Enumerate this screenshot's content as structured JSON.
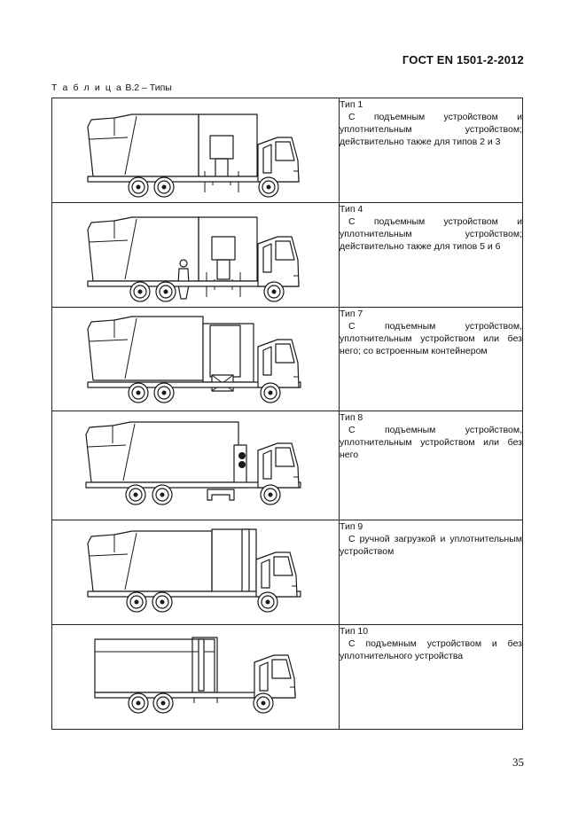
{
  "doc_header": "ГОСТ EN 1501-2-2012",
  "table_caption": {
    "prefix": "Т а б л и ц а",
    "number": "B.2",
    "separator": "–",
    "title": "Типы"
  },
  "rows": [
    {
      "type": "Тип 1",
      "text": "С подъемным устройством и уплотнительным устройством; действительно также для типов 2 и 3",
      "drawing": "truck-type-1-icon"
    },
    {
      "type": "Тип 4",
      "text": "С подъемным устройством и уплотнительным устройством; действительно также для типов 5 и 6",
      "drawing": "truck-type-4-icon"
    },
    {
      "type": "Тип 7",
      "text": "С подъемным устройством, уплотнительным устройством или без него; со встроенным контейнером",
      "drawing": "truck-type-7-icon"
    },
    {
      "type": "Тип 8",
      "text": "С подъемным устройством, уплотнительным устройством или без него",
      "drawing": "truck-type-8-icon"
    },
    {
      "type": "Тип 9",
      "text": "С ручной загрузкой и уплотнительным устройством",
      "drawing": "truck-type-9-icon"
    },
    {
      "type": "Тип 10",
      "text": "С подъемным устройством и без уплотнительного устройства",
      "drawing": "truck-type-10-icon"
    }
  ],
  "page_number": "35"
}
